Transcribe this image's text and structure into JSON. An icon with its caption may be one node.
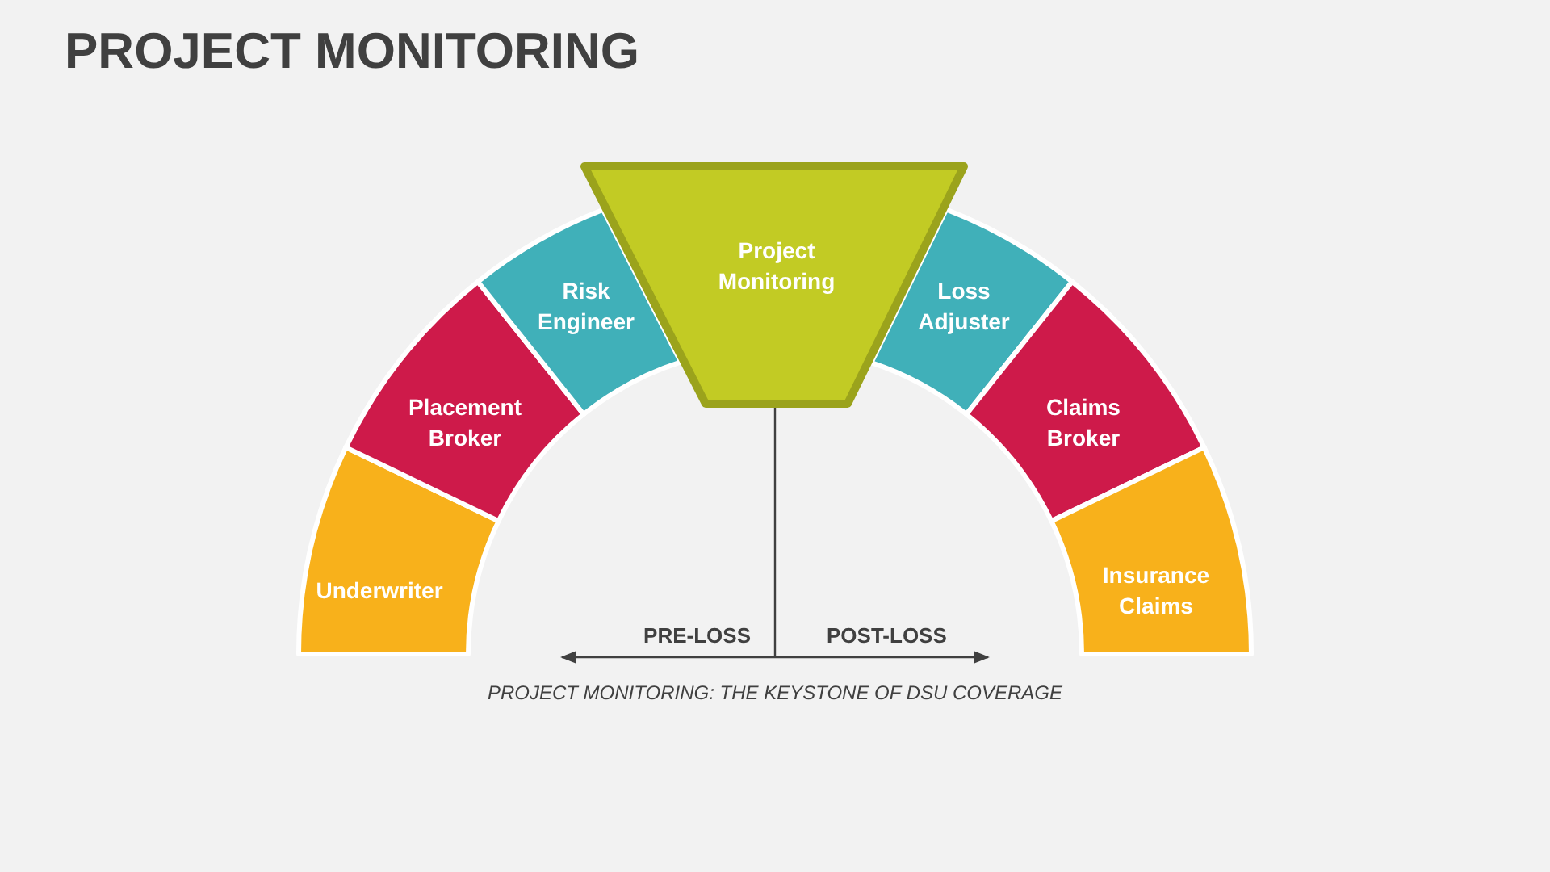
{
  "diagram": {
    "title": "PROJECT MONITORING",
    "caption": "PROJECT MONITORING: THE KEYSTONE OF DSU COVERAGE",
    "nodes": [
      {
        "text": [
          "Underwriter"
        ]
      },
      {
        "text": [
          "Placement Broker"
        ]
      },
      {
        "text": [
          "Risk Engineer"
        ]
      },
      {
        "text": [
          "Project Monitoring"
        ]
      },
      {
        "text": [
          "Loss Adjuster"
        ]
      },
      {
        "text": [
          "Claims Broker"
        ]
      },
      {
        "text": [
          "Insurance Claims"
        ]
      }
    ],
    "labels": [
      "PRE-LOSS",
      "POST-LOSS"
    ]
  }
}
